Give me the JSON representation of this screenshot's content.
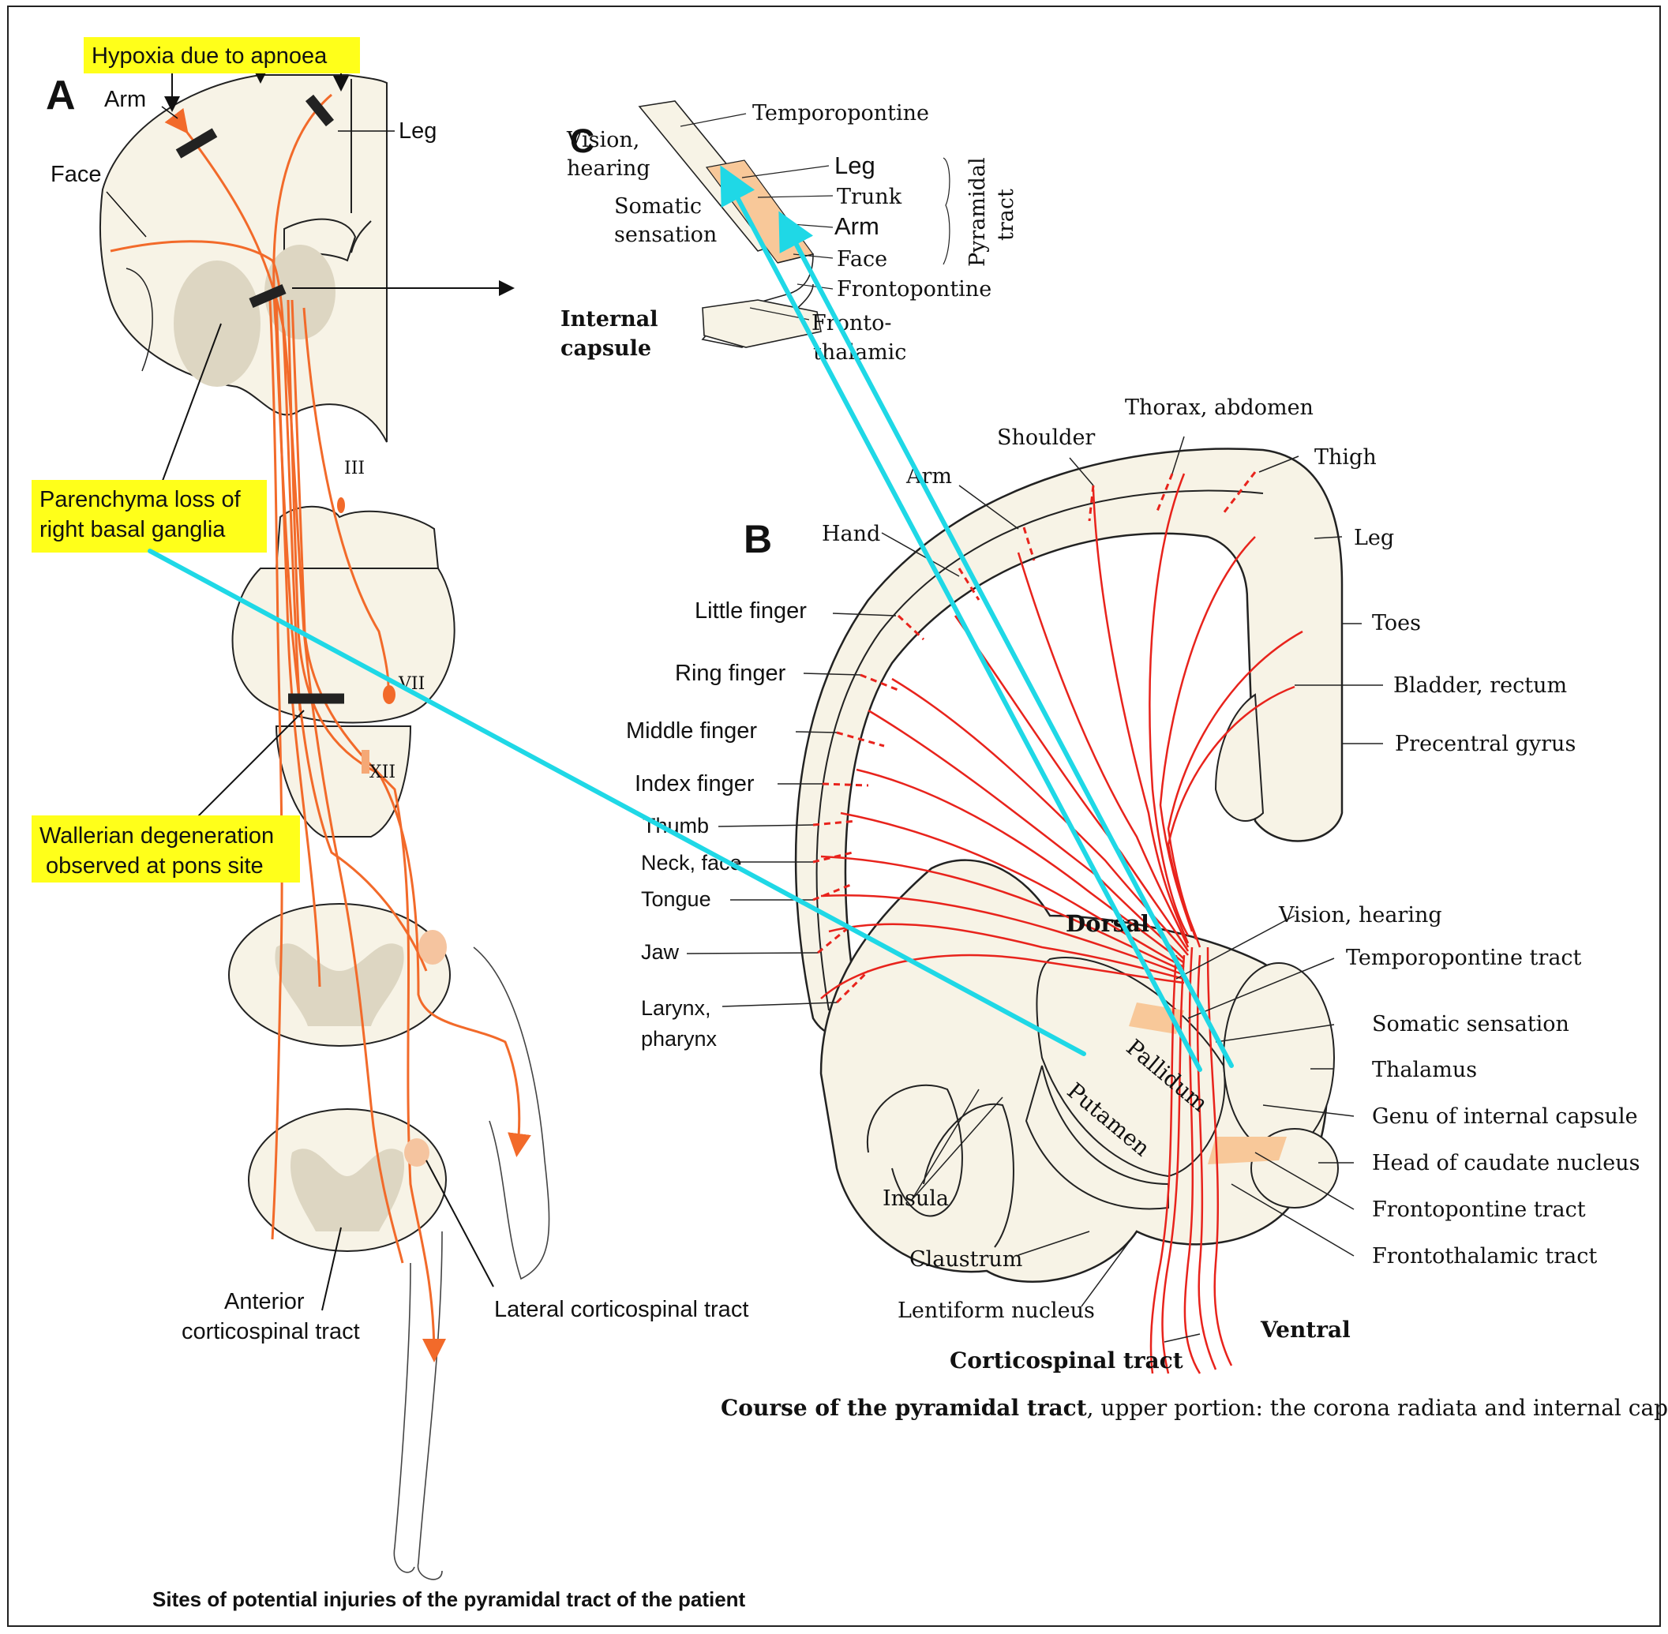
{
  "panel_letters": {
    "a": "A",
    "b": "B",
    "c": "C"
  },
  "panel_a": {
    "callout_hypoxia": "Hypoxia due to apnoea",
    "arm": "Arm",
    "leg": "Leg",
    "face": "Face",
    "callout_basal_line1": "Parenchyma loss of",
    "callout_basal_line2": "right basal ganglia",
    "callout_wallerian_line1": "Wallerian degeneration",
    "callout_wallerian_line2": "observed at pons site",
    "nerve_iii": "III",
    "nerve_vii": "VII",
    "nerve_xii": "XII",
    "anterior_line1": "Anterior",
    "anterior_line2": "corticospinal tract",
    "lateral": "Lateral corticospinal tract",
    "footer": "Sites of potential injuries of the pyramidal tract of the patient"
  },
  "panel_c": {
    "vision_line1": "Vision,",
    "vision_line2": "hearing",
    "temporopontine": "Temporopontine",
    "somatic_line1": "Somatic",
    "somatic_line2": "sensation",
    "leg": "Leg",
    "trunk": "Trunk",
    "arm": "Arm",
    "face": "Face",
    "pyramidal_line1": "Pyramidal",
    "pyramidal_line2": "tract",
    "frontopontine": "Frontopontine",
    "frontothalamic_line1": "Fronto-",
    "frontothalamic_line2": "thalamic",
    "internal_line1": "Internal",
    "internal_line2": "capsule"
  },
  "panel_b": {
    "thorax": "Thorax, abdomen",
    "shoulder": "Shoulder",
    "thigh": "Thigh",
    "arm": "Arm",
    "hand": "Hand",
    "leg": "Leg",
    "little_finger": "Little finger",
    "toes": "Toes",
    "ring_finger": "Ring finger",
    "bladder": "Bladder, rectum",
    "middle_finger": "Middle finger",
    "precentral": "Precentral gyrus",
    "index_finger": "Index finger",
    "thumb": "Thumb",
    "neck": "Neck, face",
    "tongue": "Tongue",
    "jaw": "Jaw",
    "larynx_line1": "Larynx,",
    "larynx_line2": "pharynx",
    "dorsal": "Dorsal",
    "vision": "Vision, hearing",
    "temporopontine": "Temporopontine tract",
    "somatic": "Somatic sensation",
    "thalamus": "Thalamus",
    "pallidum": "Pallidum",
    "putamen": "Putamen",
    "genu": "Genu of internal capsule",
    "caudate": "Head of caudate nucleus",
    "insula": "Insula",
    "frontopontine": "Frontopontine tract",
    "frontothalamic": "Frontothalamic tract",
    "claustrum": "Claustrum",
    "lentiform": "Lentiform nucleus",
    "ventral": "Ventral",
    "corticospinal": "Corticospinal tract",
    "caption_bold": "Course of the pyramidal tract",
    "caption_rest": ", upper portion: the corona radiata and internal capsule"
  },
  "colors": {
    "tract_orange": "#f26a2a",
    "tract_red": "#e8231c",
    "connector_cyan": "#1fd8e6",
    "highlight_yellow": "#ffff1a",
    "tissue_cream": "#f7f3e6",
    "grey_matter": "#ddd6c2"
  }
}
